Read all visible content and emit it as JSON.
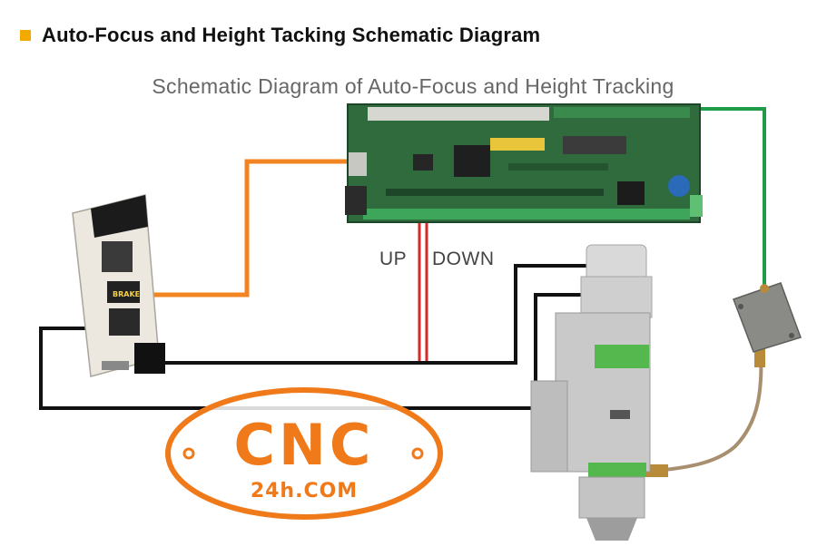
{
  "header": {
    "title": "Auto-Focus and Height Tacking Schematic Diagram",
    "accent_color": "#f2a900"
  },
  "diagram": {
    "subtitle": "Schematic Diagram of Auto-Focus and Height Tracking",
    "labels": {
      "up": "UP",
      "down": "DOWN",
      "brake": "BRAKE"
    },
    "components": [
      {
        "name": "controller-board",
        "color": "#2f6b3d"
      },
      {
        "name": "servo-drive",
        "color": "#ece8e0"
      },
      {
        "name": "laser-head",
        "color": "#c9c9c9"
      },
      {
        "name": "amplifier",
        "color": "#8a8a86"
      }
    ],
    "wire_colors": {
      "signal": "#f28522",
      "sensor": "#1f9b4a",
      "control": "#d62a2a",
      "motor": "#111111",
      "rf_cable": "#a88f70"
    }
  },
  "watermark": {
    "line1": "CNC",
    "line2": "24h.COM",
    "color": "#f07a1a"
  }
}
